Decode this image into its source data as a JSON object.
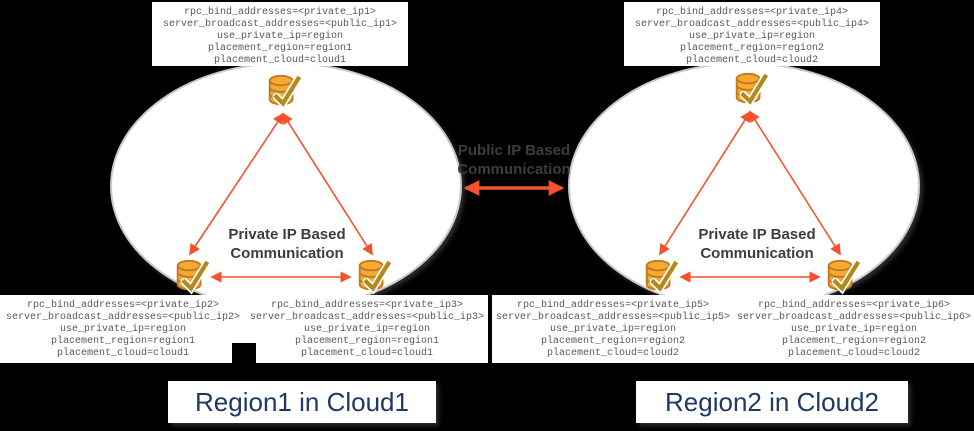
{
  "colors": {
    "background": "#000000",
    "circle_fill": "#ffffff",
    "circle_border": "#c9c9c9",
    "arrow": "#F4512C",
    "config_text": "#595959",
    "comm_label_text": "#3d3d3d",
    "region_label_text": "#1F3864",
    "db_fill": "#F5A833",
    "db_stroke": "#C17A1E",
    "check": "#B08A1E"
  },
  "icons": {
    "db": "database-check-icon"
  },
  "labels": {
    "public_comm_line1": "Public IP Based",
    "public_comm_line2": "Communication",
    "private_comm_line1": "Private IP Based",
    "private_comm_line2": "Communication",
    "region1": "Region1 in Cloud1",
    "region2": "Region2 in Cloud2"
  },
  "configs": [
    {
      "position": "top-left",
      "lines": [
        "rpc_bind_addresses=<private_ip1>",
        "server_broadcast_addresses=<public_ip1>",
        "use_private_ip=region",
        "placement_region=region1",
        "placement_cloud=cloud1"
      ]
    },
    {
      "position": "top-right",
      "lines": [
        "rpc_bind_addresses=<private_ip4>",
        "server_broadcast_addresses=<public_ip4>",
        "use_private_ip=region",
        "placement_region=region2",
        "placement_cloud=cloud2"
      ]
    },
    {
      "position": "bottom-left-1",
      "lines": [
        "rpc_bind_addresses=<private_ip2>",
        "server_broadcast_addresses=<public_ip2>",
        "use_private_ip=region",
        "placement_region=region1",
        "placement_cloud=cloud1"
      ]
    },
    {
      "position": "bottom-left-2",
      "lines": [
        "rpc_bind_addresses=<private_ip3>",
        "server_broadcast_addresses=<public_ip3>",
        "use_private_ip=region",
        "placement_region=region1",
        "placement_cloud=cloud1"
      ]
    },
    {
      "position": "bottom-right-1",
      "lines": [
        "rpc_bind_addresses=<private_ip5>",
        "server_broadcast_addresses=<public_ip5>",
        "use_private_ip=region",
        "placement_region=region2",
        "placement_cloud=cloud2"
      ]
    },
    {
      "position": "bottom-right-2",
      "lines": [
        "rpc_bind_addresses=<private_ip6>",
        "server_broadcast_addresses=<public_ip6>",
        "use_private_ip=region",
        "placement_region=region2",
        "placement_cloud=cloud2"
      ]
    }
  ]
}
